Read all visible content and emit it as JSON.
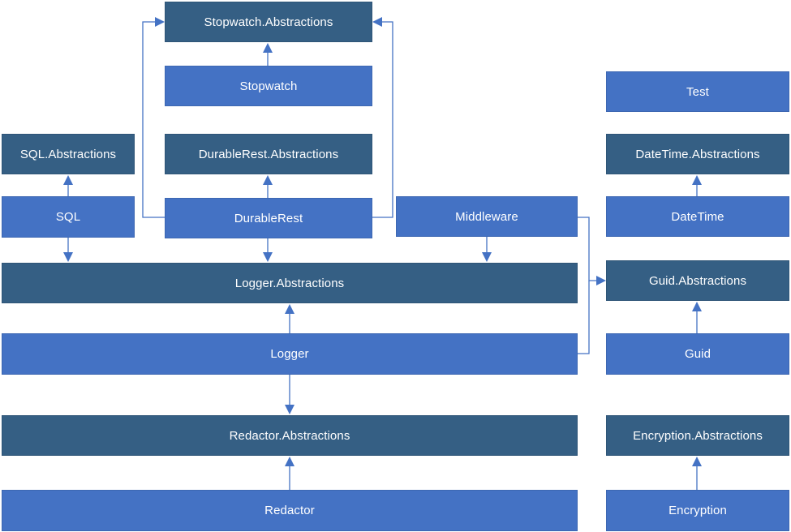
{
  "nodes": {
    "stopwatch_abstractions": {
      "label": "Stopwatch.Abstractions",
      "kind": "abstraction"
    },
    "stopwatch": {
      "label": "Stopwatch",
      "kind": "implementation"
    },
    "durablerest_abstractions": {
      "label": "DurableRest.Abstractions",
      "kind": "abstraction"
    },
    "durablerest": {
      "label": "DurableRest",
      "kind": "implementation"
    },
    "sql_abstractions": {
      "label": "SQL.Abstractions",
      "kind": "abstraction"
    },
    "sql": {
      "label": "SQL",
      "kind": "implementation"
    },
    "middleware": {
      "label": "Middleware",
      "kind": "implementation"
    },
    "logger_abstractions": {
      "label": "Logger.Abstractions",
      "kind": "abstraction"
    },
    "logger": {
      "label": "Logger",
      "kind": "implementation"
    },
    "redactor_abstractions": {
      "label": "Redactor.Abstractions",
      "kind": "abstraction"
    },
    "redactor": {
      "label": "Redactor",
      "kind": "implementation"
    },
    "test": {
      "label": "Test",
      "kind": "implementation"
    },
    "datetime_abstractions": {
      "label": "DateTime.Abstractions",
      "kind": "abstraction"
    },
    "datetime": {
      "label": "DateTime",
      "kind": "implementation"
    },
    "guid_abstractions": {
      "label": "Guid.Abstractions",
      "kind": "abstraction"
    },
    "guid": {
      "label": "Guid",
      "kind": "implementation"
    },
    "encryption_abstractions": {
      "label": "Encryption.Abstractions",
      "kind": "abstraction"
    },
    "encryption": {
      "label": "Encryption",
      "kind": "implementation"
    }
  },
  "edges": [
    {
      "from": "stopwatch",
      "to": "stopwatch_abstractions"
    },
    {
      "from": "durablerest",
      "to": "stopwatch_abstractions"
    },
    {
      "from": "durablerest",
      "to": "durablerest_abstractions"
    },
    {
      "from": "durablerest",
      "to": "logger_abstractions"
    },
    {
      "from": "sql",
      "to": "sql_abstractions"
    },
    {
      "from": "sql",
      "to": "logger_abstractions"
    },
    {
      "from": "middleware",
      "to": "logger_abstractions"
    },
    {
      "from": "middleware",
      "to": "guid_abstractions"
    },
    {
      "from": "logger",
      "to": "logger_abstractions"
    },
    {
      "from": "logger",
      "to": "redactor_abstractions"
    },
    {
      "from": "logger",
      "to": "guid_abstractions"
    },
    {
      "from": "redactor",
      "to": "redactor_abstractions"
    },
    {
      "from": "datetime",
      "to": "datetime_abstractions"
    },
    {
      "from": "guid",
      "to": "guid_abstractions"
    },
    {
      "from": "encryption",
      "to": "encryption_abstractions"
    }
  ],
  "colors": {
    "abstraction_fill": "#355f84",
    "implementation_fill": "#4472c4",
    "connector": "#4472c4",
    "label_text": "#ffffff"
  }
}
